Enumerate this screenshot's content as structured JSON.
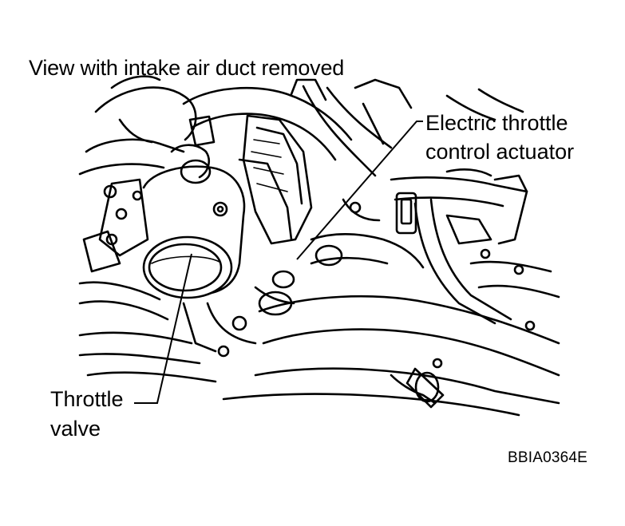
{
  "title": "View with intake air duct removed",
  "callouts": {
    "actuator": {
      "line1": "Electric throttle",
      "line2": "control actuator"
    },
    "valve": {
      "line1": "Throttle",
      "line2": "valve"
    }
  },
  "figure_code": "BBIA0364E",
  "colors": {
    "ink": "#000000",
    "paper": "#ffffff"
  }
}
